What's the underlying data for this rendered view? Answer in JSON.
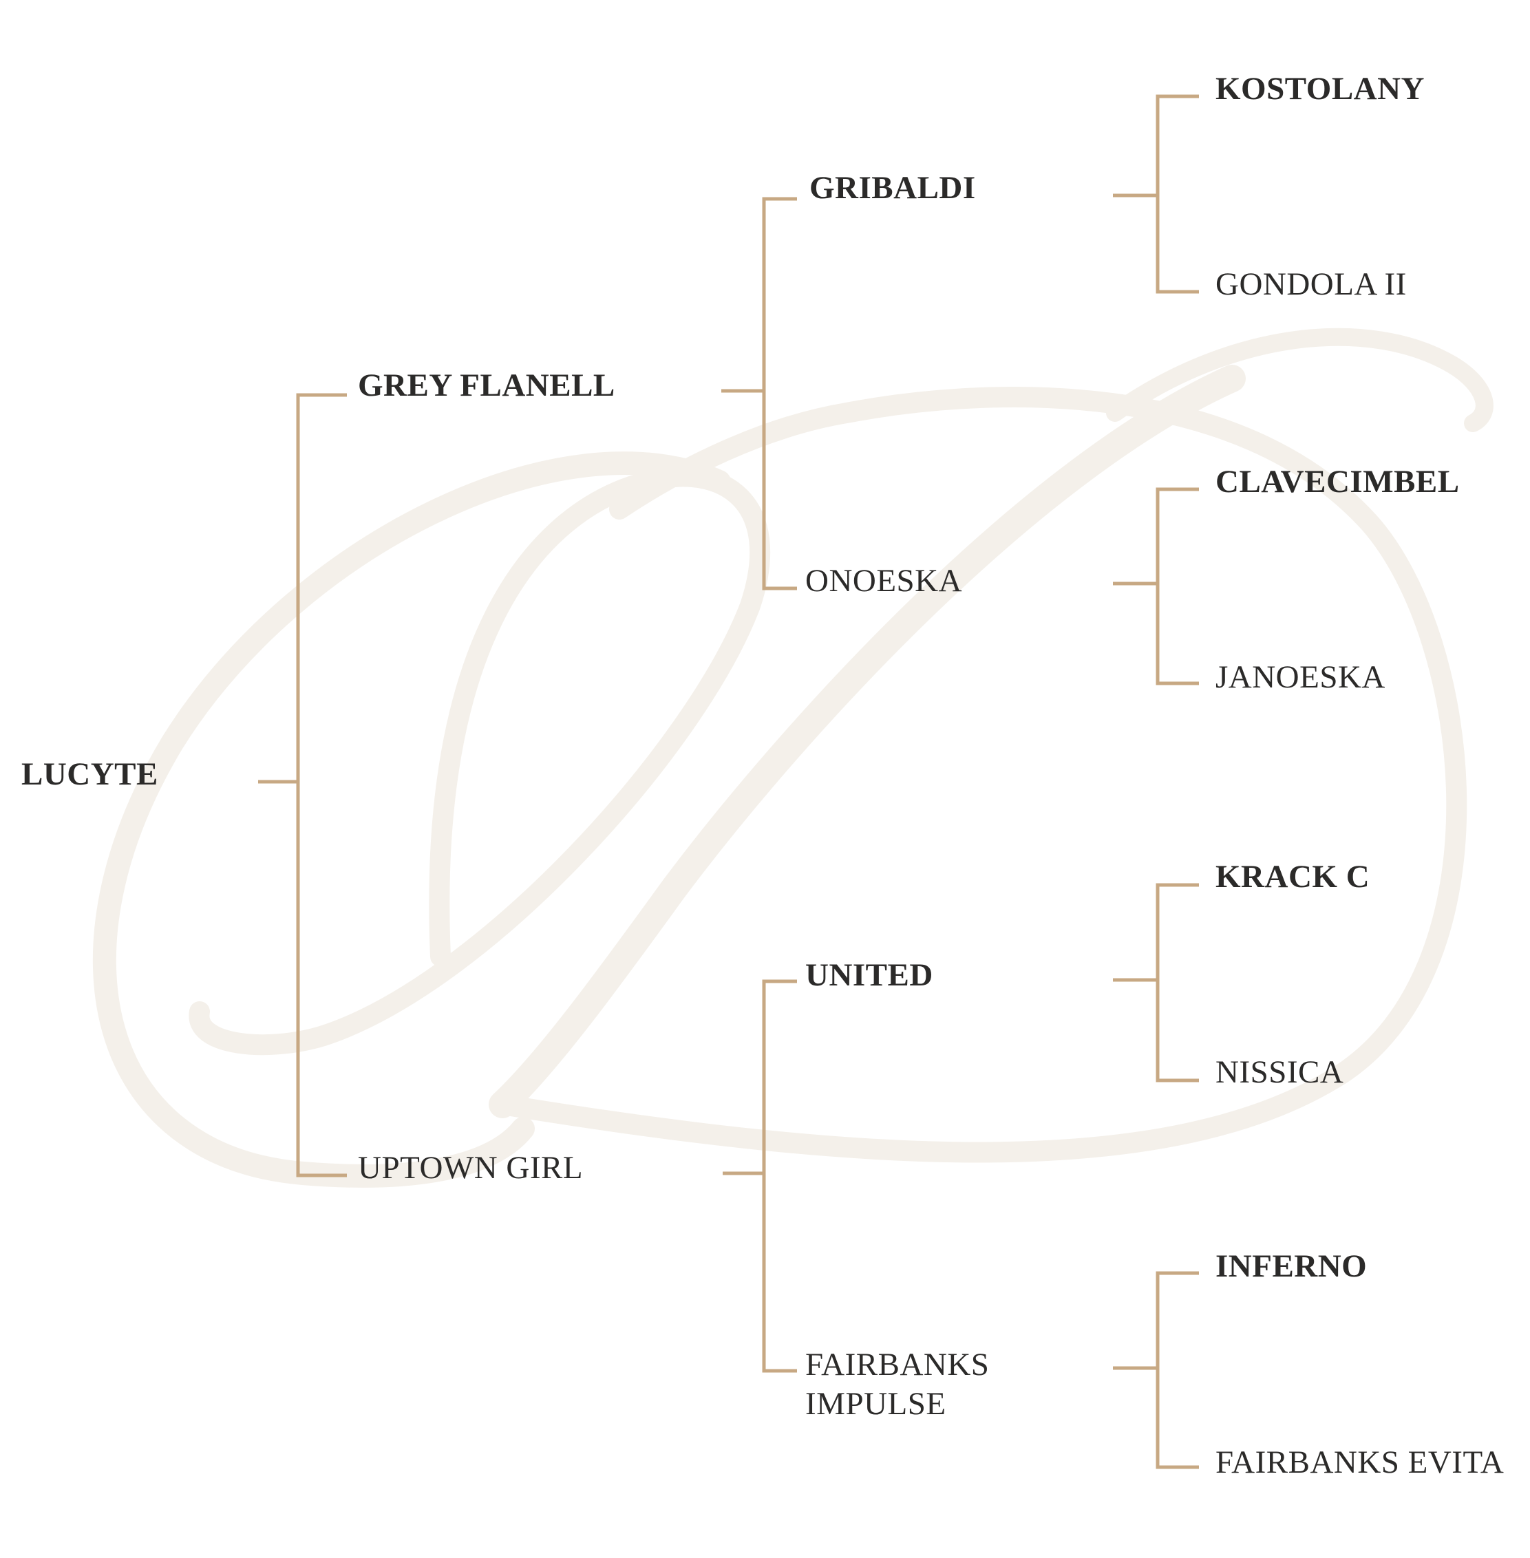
{
  "colors": {
    "bracket": "#c7a883",
    "watermark": "#f4f0ea",
    "text": "#2b2a29",
    "background": "#ffffff"
  },
  "watermark": {
    "glyph": "script-letter-D"
  },
  "pedigree": {
    "subject": "LUCYTE",
    "sire": "GREY FLANELL",
    "dam": "UPTOWN GIRL",
    "sire_sire": "GRIBALDI",
    "sire_dam": "ONOESKA",
    "dam_sire": "UNITED",
    "dam_dam_line1": "FAIRBANKS",
    "dam_dam_line2": "IMPULSE",
    "sire_sire_sire": "KOSTOLANY",
    "sire_sire_dam": "GONDOLA II",
    "sire_dam_sire": "CLAVECIMBEL",
    "sire_dam_dam": "JANOESKA",
    "dam_sire_sire": "KRACK C",
    "dam_sire_dam": "NISSICA",
    "dam_dam_sire": "INFERNO",
    "dam_dam_dam": "FAIRBANKS EVITA"
  }
}
